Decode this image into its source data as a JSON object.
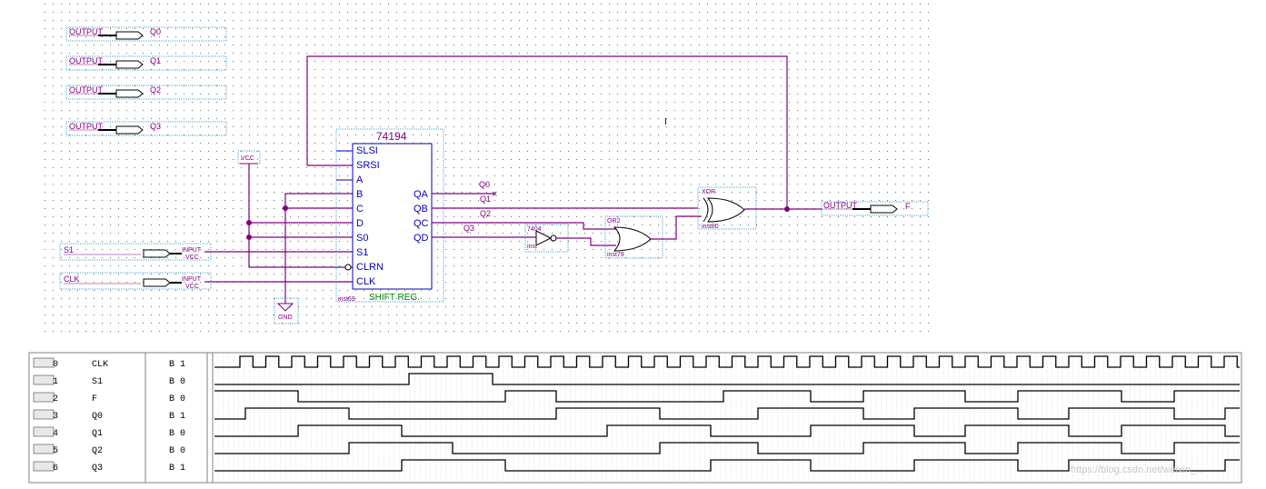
{
  "schematic": {
    "outputs": [
      {
        "pin_label": "OUTPUT",
        "name": "Q0"
      },
      {
        "pin_label": "OUTPUT",
        "name": "Q1"
      },
      {
        "pin_label": "OUTPUT",
        "name": "Q2"
      },
      {
        "pin_label": "OUTPUT",
        "name": "Q3"
      }
    ],
    "vcc_label": "VCC",
    "gnd_label": "GND",
    "inputs": [
      {
        "name": "S1",
        "pin_label": "INPUT",
        "pin_sub": "VCC"
      },
      {
        "name": "CLK",
        "pin_label": "INPUT",
        "pin_sub": "VCC"
      }
    ],
    "chip": {
      "title": "74194",
      "left_pins": [
        "SLSI",
        "SRSI",
        "A",
        "B",
        "C",
        "D",
        "S0",
        "S1",
        "CLRN",
        "CLK"
      ],
      "right_pins": [
        "QA",
        "QB",
        "QC",
        "QD"
      ],
      "footer": "SHIFT REG.",
      "instance": "inst69"
    },
    "wire_labels": [
      "Q0",
      "Q1",
      "Q2",
      "Q3"
    ],
    "not_gate": {
      "title": "7404",
      "instance": "inst"
    },
    "or_gate": {
      "title": "OR2",
      "instance": "inst79"
    },
    "xor_gate": {
      "title": "XOR",
      "instance": "inst80"
    },
    "f_output": {
      "pin_label": "OUTPUT",
      "name": "F"
    },
    "cursor_mark": "I"
  },
  "waveform": {
    "signals": [
      {
        "index": "0",
        "name": "CLK",
        "value": "B 1",
        "kind": "input"
      },
      {
        "index": "1",
        "name": "S1",
        "value": "B 0",
        "kind": "input"
      },
      {
        "index": "2",
        "name": "F",
        "value": "B 0",
        "kind": "output"
      },
      {
        "index": "3",
        "name": "Q0",
        "value": "B 1",
        "kind": "output"
      },
      {
        "index": "4",
        "name": "Q1",
        "value": "B 0",
        "kind": "output"
      },
      {
        "index": "5",
        "name": "Q2",
        "value": "B 0",
        "kind": "output"
      },
      {
        "index": "6",
        "name": "Q3",
        "value": "B 1",
        "kind": "output"
      }
    ],
    "watermark": "https://blog.csdn.net/weixin_..."
  }
}
